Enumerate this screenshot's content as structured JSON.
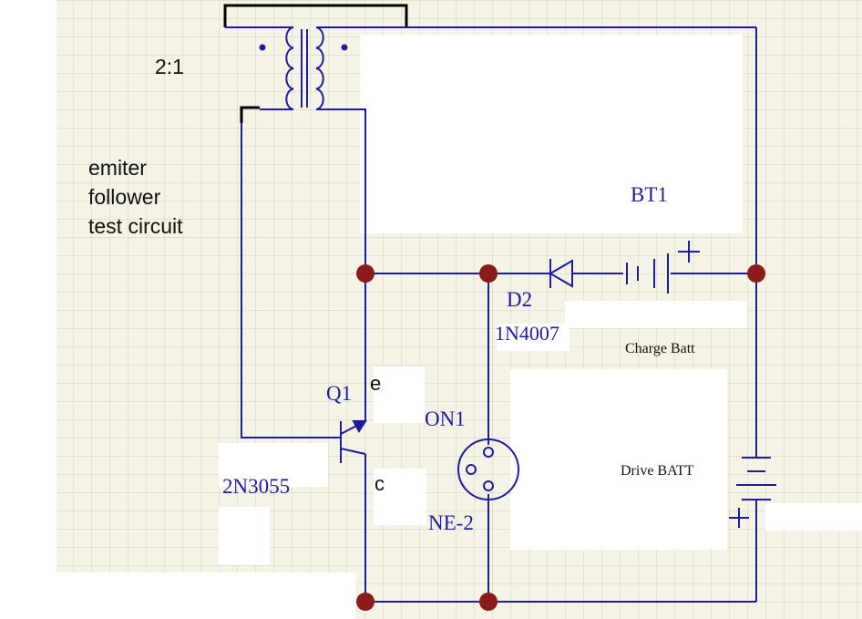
{
  "diagram": {
    "ratio_label": "2:1",
    "caption_lines": [
      "emiter",
      "follower",
      "test circuit"
    ],
    "battery_bt1_label": "BT1",
    "diode_ref": "D2",
    "diode_part": "1N4007",
    "charge_batt_label": "Charge Batt",
    "drive_batt_label": "Drive BATT",
    "transistor_ref": "Q1",
    "transistor_part": "2N3055",
    "emitter_label": "e",
    "collector_label": "c",
    "lamp_ref": "ON1",
    "lamp_part": "NE-2",
    "plus_sign": "+"
  },
  "colors": {
    "wire": "#1c1c9e",
    "node": "#8c1c1c",
    "grid_background": "#f4f3e6",
    "text_blue": "#1c1c9e"
  }
}
